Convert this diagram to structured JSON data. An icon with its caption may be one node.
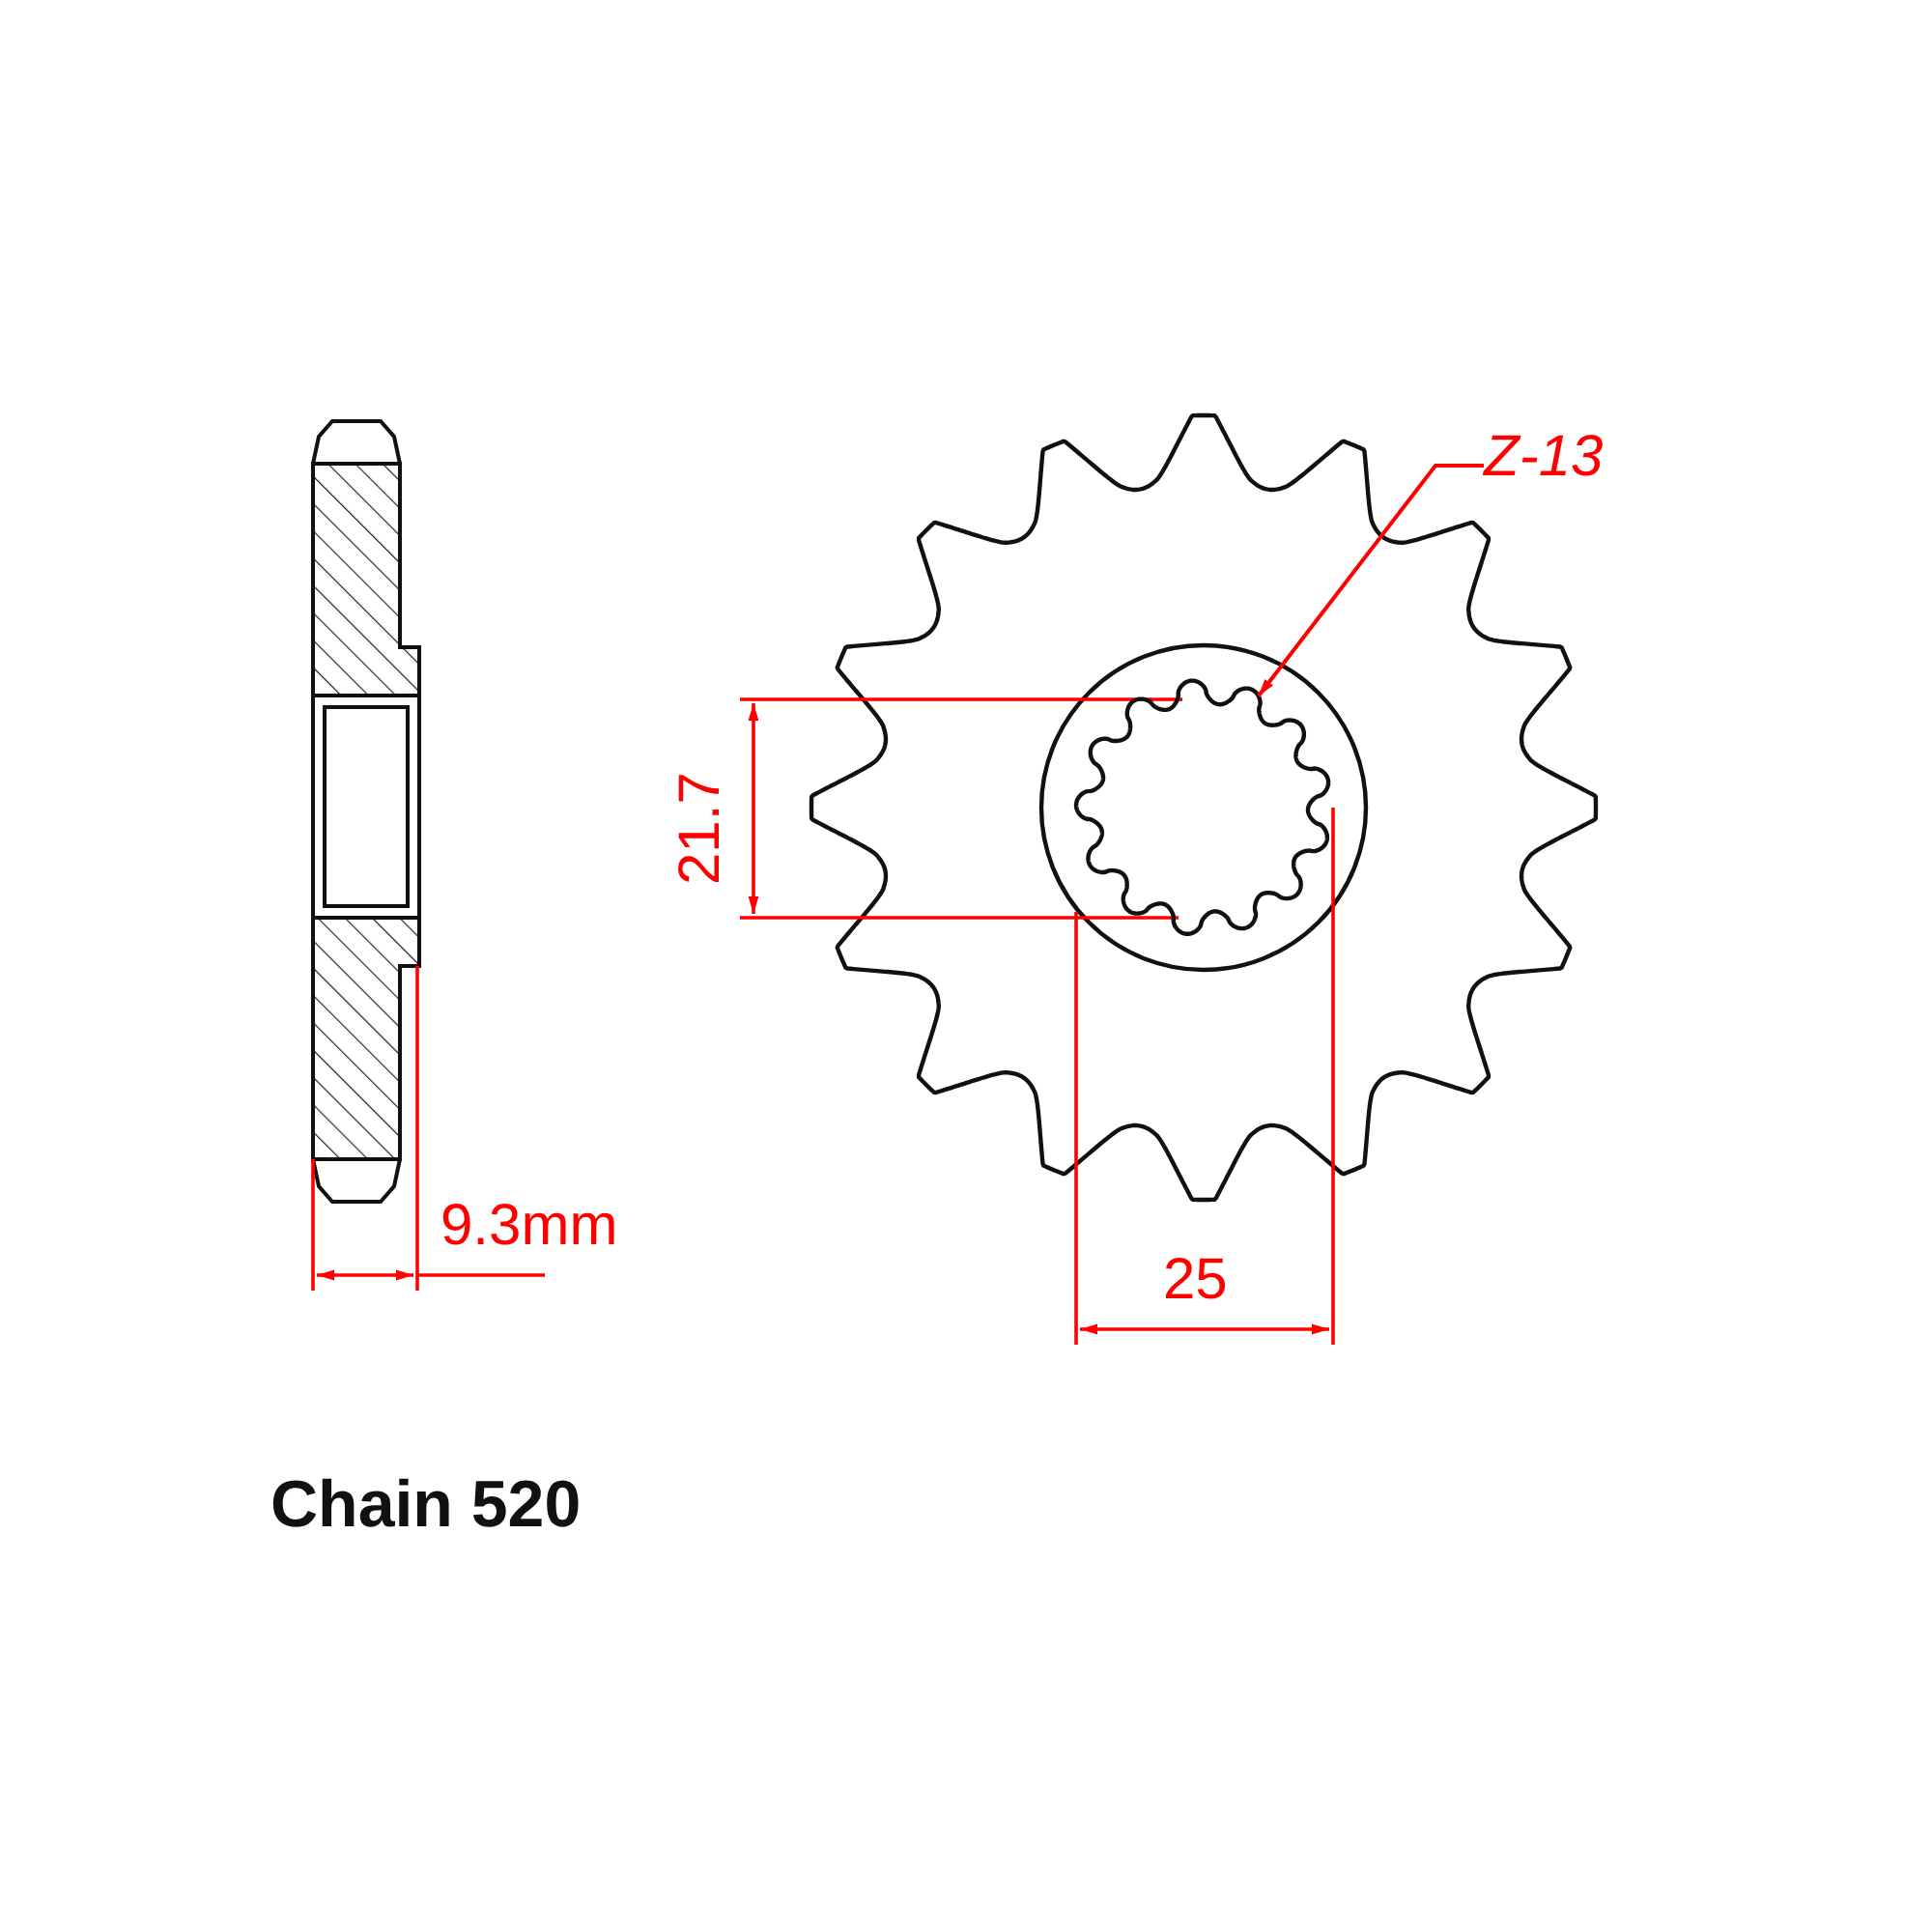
{
  "diagram": {
    "nodes": [
      {
        "text": [
          "Z-13"
        ]
      },
      {
        "text": [],
        "shape": "picture"
      }
    ],
    "edges": [
      {
        "from": 0,
        "to": 1,
        "arrow": "to",
        "color": "#ff0000"
      }
    ],
    "labels": [
      "21.7",
      "9.3mm",
      "25",
      "Chain 520"
    ]
  }
}
